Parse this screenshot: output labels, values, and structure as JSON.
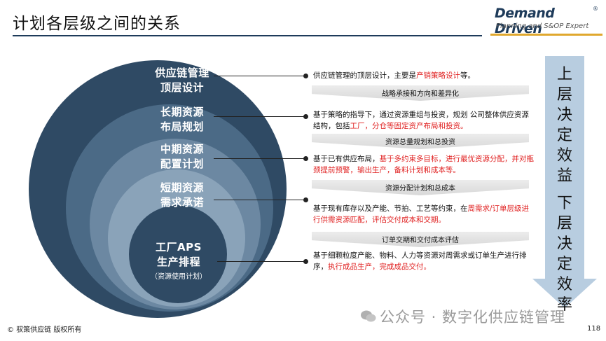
{
  "title": "计划各层级之间的关系",
  "logo": {
    "main": "Demand Driven",
    "registered": "®",
    "sub": "Planning and S&OP Expert"
  },
  "rings": [
    {
      "label": "供应链管理\n顶层设计"
    },
    {
      "label": "长期资源\n布局规划"
    },
    {
      "label": "中期资源\n配置计划"
    },
    {
      "label": "短期资源\n需求承诺"
    },
    {
      "label": "工厂APS\n生产排程",
      "note": "（资源使用计划）"
    }
  ],
  "descriptions": [
    {
      "parts": [
        {
          "text": "供应链管理的顶层设计，主要是",
          "red": false
        },
        {
          "text": "产销策略设计",
          "red": true
        },
        {
          "text": "等。",
          "red": false
        }
      ]
    },
    {
      "parts": [
        {
          "text": "基于策略的指导下，通过资源重组与投资，规划 公司整体供应资源结构，包括",
          "red": false
        },
        {
          "text": "工厂，分仓等固定资产布局和投资。",
          "red": true
        }
      ]
    },
    {
      "parts": [
        {
          "text": "基于已有供应布局，",
          "red": false
        },
        {
          "text": "基于多约束多目标，进行最优资源分配，并对瓶颈提前预警，输出生产，备料计划和成本等。",
          "red": true
        }
      ]
    },
    {
      "parts": [
        {
          "text": "基于现有库存以及产能、节拍、工艺等约束，在",
          "red": false
        },
        {
          "text": "周需求/订单层级进行供需资源匹配，评估交付成本和交期。",
          "red": true
        }
      ]
    },
    {
      "parts": [
        {
          "text": "基于细颗粒度产能、物料、人力等资源对周需求或订单生产进行排序，",
          "red": false
        },
        {
          "text": "执行成品生产，完成成品交付。",
          "red": true
        }
      ]
    }
  ],
  "bands": [
    "战略承接和方向和差异化",
    "资源总量规划和总投资",
    "资源分配计划和总成本",
    "订单交期和交付成本评估"
  ],
  "arrow": {
    "top_text": "上层决定效益",
    "bottom_text": "下层决定效率"
  },
  "footer": "© 驭策供应链 版权所有",
  "page_number": "118",
  "watermark": "公众号 · 数字化供应链管理",
  "colors": {
    "ring_outer": "#2f4a64",
    "ring_2": "#4b6a86",
    "ring_3": "#6c88a2",
    "ring_4": "#8aa3b9",
    "ring_inner": "#2f4a64",
    "accent_red": "#e02020",
    "arrow_fill": "#b8cde0"
  }
}
